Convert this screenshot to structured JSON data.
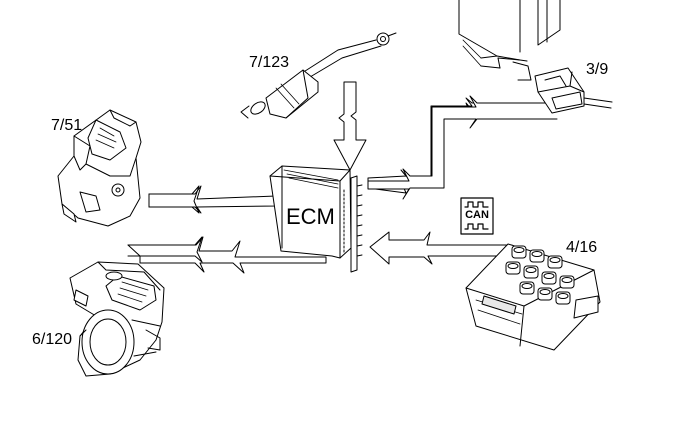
{
  "diagram": {
    "center": {
      "label": "ECM"
    },
    "components": [
      {
        "id": "7-123",
        "label": "7/123"
      },
      {
        "id": "3-9",
        "label": "3/9"
      },
      {
        "id": "7-51",
        "label": "7/51"
      },
      {
        "id": "4-16",
        "label": "4/16"
      },
      {
        "id": "6-120",
        "label": "6/120"
      }
    ],
    "can_badge": {
      "text": "CAN"
    },
    "colors": {
      "line": "#000000",
      "background": "#ffffff",
      "fill": "#ffffff",
      "shade": "#e8e8e8"
    }
  }
}
